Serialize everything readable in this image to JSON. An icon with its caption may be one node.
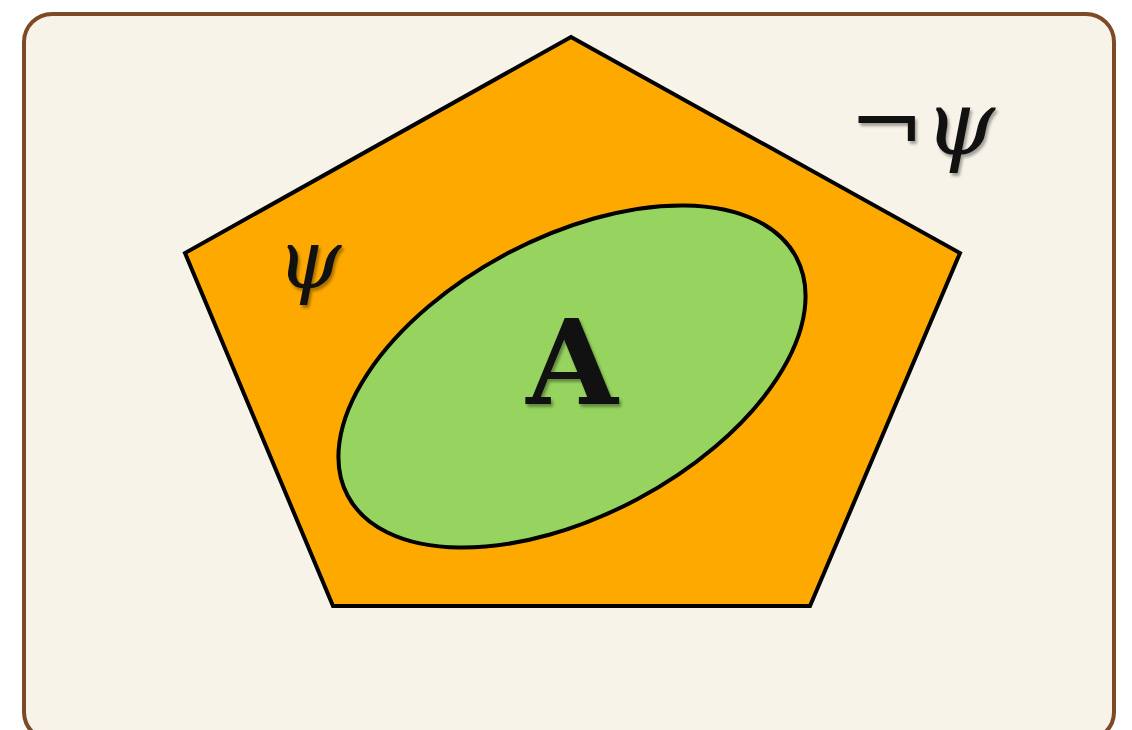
{
  "diagram": {
    "nodes": [
      {
        "text": [
          "¬ψ"
        ]
      },
      {
        "text": [
          "ψ"
        ],
        "in": 0
      },
      {
        "text": [
          "A"
        ],
        "in": 1
      }
    ]
  }
}
